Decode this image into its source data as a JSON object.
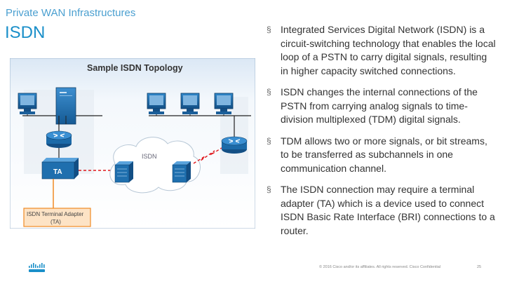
{
  "header": {
    "section_title": "Private WAN Infrastructures",
    "slide_title": "ISDN"
  },
  "figure": {
    "title": "Sample ISDN Topology",
    "cloud_label": "ISDN",
    "ta_label": "TA",
    "callout_line1": "ISDN Terminal Adapter",
    "callout_line2": "(TA)"
  },
  "bullets": [
    {
      "marker": "§",
      "text": "Integrated Services Digital Network (ISDN) is a circuit-switching technology that enables the local loop of a PSTN to carry digital signals, resulting in higher capacity switched connections."
    },
    {
      "marker": "§",
      "text": "ISDN changes the internal connections of the PSTN from carrying analog signals to time-division multiplexed (TDM) digital signals."
    },
    {
      "marker": "§",
      "text": "TDM allows two or more signals, or bit streams, to be transferred as subchannels in one communication channel."
    },
    {
      "marker": "§",
      "text": "The ISDN connection may require a terminal adapter (TA) which is a device used to connect ISDN Basic Rate Interface (BRI) connections to a router."
    }
  ],
  "footer": {
    "copyright": "© 2016 Cisco and/or its affiliates. All rights reserved. Cisco Confidential",
    "page_number": "25",
    "logo_icon": "cisco-logo-icon"
  },
  "colors": {
    "title_blue": "#1a8fc9",
    "device_blue": "#1f6fae",
    "wan_link_red": "#e0161b",
    "callout_orange": "#f08a24",
    "callout_fill": "#fde3c5",
    "panel_bg": "#eef4fa"
  }
}
